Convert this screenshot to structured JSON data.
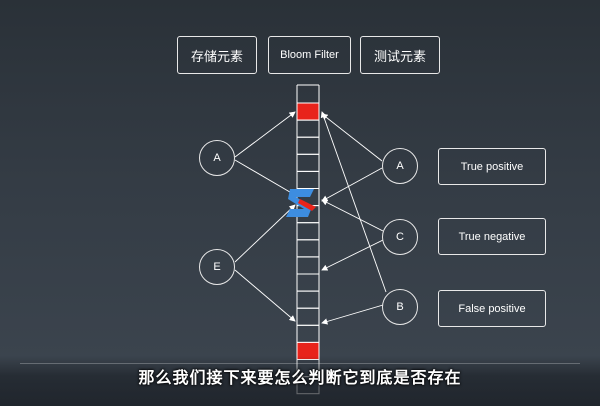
{
  "header": {
    "store_label": "存储元素",
    "filter_label": "Bloom Filter",
    "test_label": "测试元素"
  },
  "stored_elements": [
    {
      "label": "A"
    },
    {
      "label": "E"
    }
  ],
  "test_elements": [
    {
      "label": "A"
    },
    {
      "label": "C"
    },
    {
      "label": "B"
    }
  ],
  "results": [
    {
      "label": "True positive"
    },
    {
      "label": "True negative"
    },
    {
      "label": "False positive"
    }
  ],
  "bit_array": {
    "cell_count": 17,
    "set_cells": [
      0,
      14
    ],
    "set_color": "#e8231b",
    "empty_color": "#ffffff"
  },
  "subtitle": "那么我们接下来要怎么判断它到底是否存在",
  "logo": {
    "icon": "s-logo-icon",
    "colors": [
      "#3d8de0",
      "#e8231b"
    ]
  }
}
